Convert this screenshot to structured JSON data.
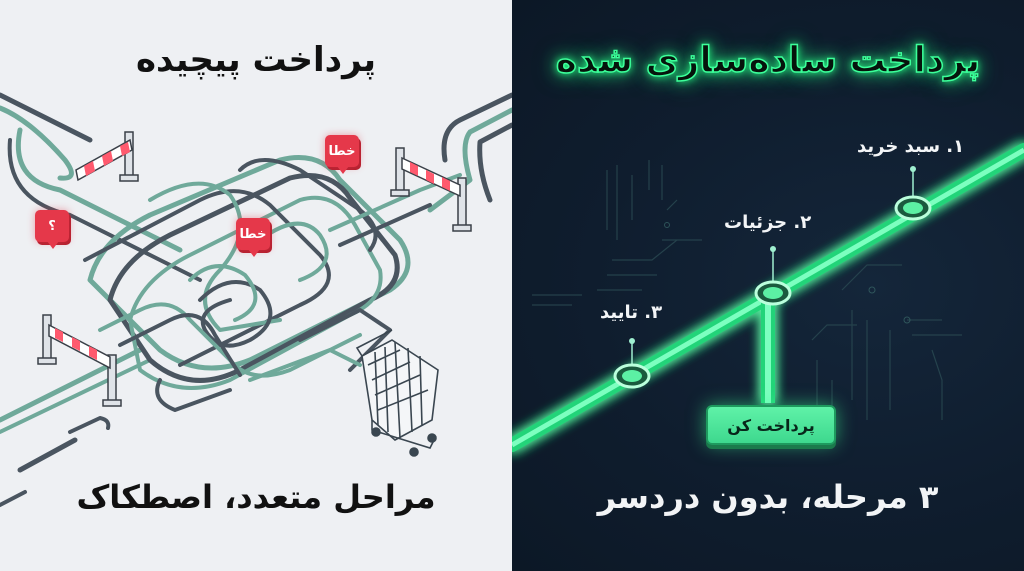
{
  "left_panel": {
    "title": "پرداخت پیچیده",
    "caption": "مراحل متعدد، اصطکاک",
    "badges": [
      {
        "text": "؟",
        "type": "question"
      },
      {
        "text": "خطا",
        "type": "error"
      },
      {
        "text": "خطا",
        "type": "error"
      }
    ],
    "colors": {
      "background": "#eef0f3",
      "pipe_teal": "#6fa99a",
      "pipe_dark": "#4a5560",
      "error_red": "#e5384a",
      "barrier_stripe": "#ff5a6e"
    }
  },
  "right_panel": {
    "title": "پرداخت ساده‌سازی شده",
    "caption": "۳ مرحله، بدون دردسر",
    "steps": [
      {
        "label": "۱. سبد خرید"
      },
      {
        "label": "۲. جزئیات"
      },
      {
        "label": "۳. تایید"
      }
    ],
    "pay_button": "پرداخت کن",
    "colors": {
      "background": "#0f1d2e",
      "neon_green": "#3cff9a",
      "button_green": "#4ee39a"
    }
  }
}
